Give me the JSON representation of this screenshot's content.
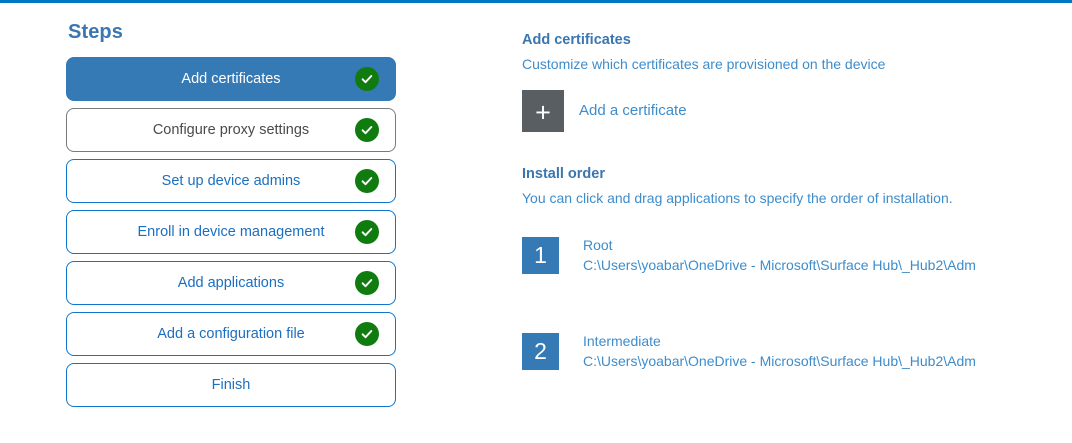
{
  "theme": {
    "accent_blue": "#0078bf",
    "step_active_blue": "#3579b5",
    "link_blue": "#3d8ccc",
    "heading_blue": "#3a76b0",
    "check_green": "#107c10",
    "tile_gray": "#595e62",
    "hover_gray_border": "#7a7a7a"
  },
  "steps_panel": {
    "heading": "Steps",
    "items": [
      {
        "label": "Add certificates",
        "completed": true,
        "state": "active"
      },
      {
        "label": "Configure proxy settings",
        "completed": true,
        "state": "hover"
      },
      {
        "label": "Set up device admins",
        "completed": true,
        "state": "normal"
      },
      {
        "label": "Enroll in device management",
        "completed": true,
        "state": "normal"
      },
      {
        "label": "Add applications",
        "completed": true,
        "state": "normal"
      },
      {
        "label": "Add a configuration file",
        "completed": true,
        "state": "normal"
      },
      {
        "label": "Finish",
        "completed": false,
        "state": "normal"
      }
    ]
  },
  "detail_panel": {
    "title": "Add certificates",
    "subtitle": "Customize which certificates are provisioned on the device",
    "add_certificate": {
      "icon": "plus-icon",
      "glyph": "+",
      "label": "Add a certificate"
    },
    "install_order": {
      "title": "Install order",
      "subtitle": "You can click and drag applications to specify the order of installation.",
      "items": [
        {
          "index": "1",
          "name": "Root",
          "path": "C:\\Users\\yoabar\\OneDrive - Microsoft\\Surface Hub\\_Hub2\\Adm"
        },
        {
          "index": "2",
          "name": "Intermediate",
          "path": "C:\\Users\\yoabar\\OneDrive - Microsoft\\Surface Hub\\_Hub2\\Adm"
        }
      ]
    }
  }
}
